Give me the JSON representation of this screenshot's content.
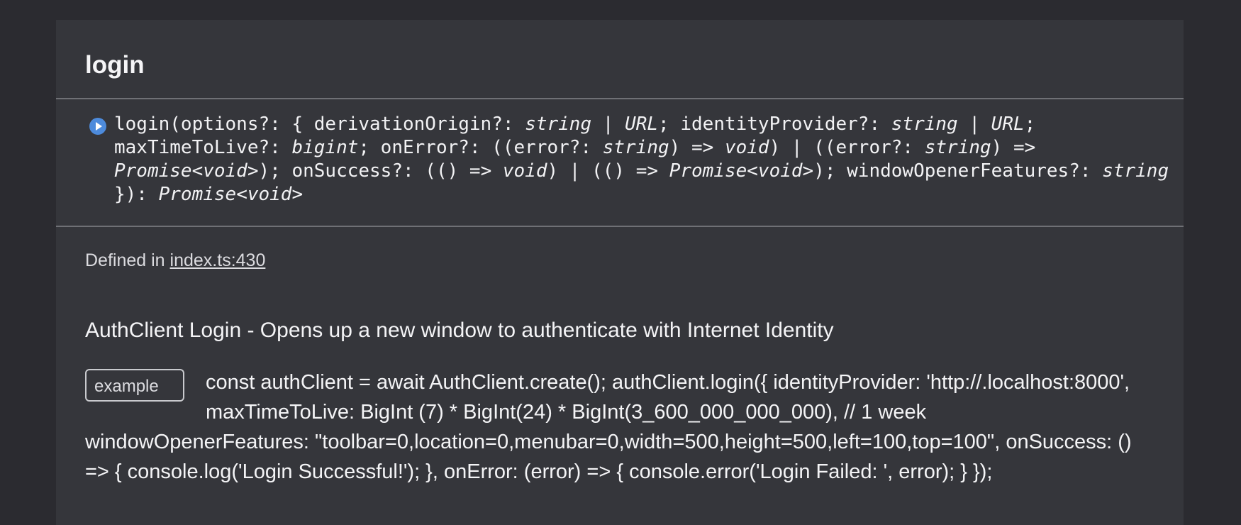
{
  "title": "login",
  "signature": {
    "parts": [
      {
        "text": "login(options?: { derivationOrigin?: ",
        "type": "plain"
      },
      {
        "text": "string",
        "type": "type"
      },
      {
        "text": " | ",
        "type": "plain"
      },
      {
        "text": "URL",
        "type": "type"
      },
      {
        "text": "; identityProvider?: ",
        "type": "plain"
      },
      {
        "text": "string",
        "type": "type"
      },
      {
        "text": " | ",
        "type": "plain"
      },
      {
        "text": "URL",
        "type": "type"
      },
      {
        "text": "; maxTimeToLive?: ",
        "type": "plain"
      },
      {
        "text": "bigint",
        "type": "type"
      },
      {
        "text": "; onError?: ((error?: ",
        "type": "plain"
      },
      {
        "text": "string",
        "type": "type"
      },
      {
        "text": ") => ",
        "type": "plain"
      },
      {
        "text": "void",
        "type": "type"
      },
      {
        "text": ") | ((error?: ",
        "type": "plain"
      },
      {
        "text": "string",
        "type": "type"
      },
      {
        "text": ") => ",
        "type": "plain"
      },
      {
        "text": "Promise<void>",
        "type": "type"
      },
      {
        "text": "); onSuccess?: (() => ",
        "type": "plain"
      },
      {
        "text": "void",
        "type": "type"
      },
      {
        "text": ") | (() => ",
        "type": "plain"
      },
      {
        "text": "Promise<void>",
        "type": "type"
      },
      {
        "text": "); windowOpenerFeatures?: ",
        "type": "plain"
      },
      {
        "text": "string",
        "type": "type"
      },
      {
        "text": " }): ",
        "type": "plain"
      },
      {
        "text": "Promise<void>",
        "type": "type"
      }
    ]
  },
  "defined_in": {
    "prefix": "Defined in ",
    "link": "index.ts:430"
  },
  "description": "AuthClient Login - Opens up a new window to authenticate with Internet Identity",
  "example": {
    "tag": "example",
    "code": "const authClient = await AuthClient.create(); authClient.login({ identityProvider: 'http://.localhost:8000', maxTimeToLive: BigInt (7) * BigInt(24) * BigInt(3_600_000_000_000), // 1 week windowOpenerFeatures: \"toolbar=0,location=0,menubar=0,width=500,height=500,left=100,top=100\", onSuccess: () => { console.log('Login Successful!'); }, onError: (error) => { console.error('Login Failed: ', error); } });"
  },
  "icons": {
    "anchor": "play-circle-icon"
  },
  "colors": {
    "page_bg": "#2b2b30",
    "panel_bg": "#35363b",
    "accent": "#4d8bdc"
  }
}
